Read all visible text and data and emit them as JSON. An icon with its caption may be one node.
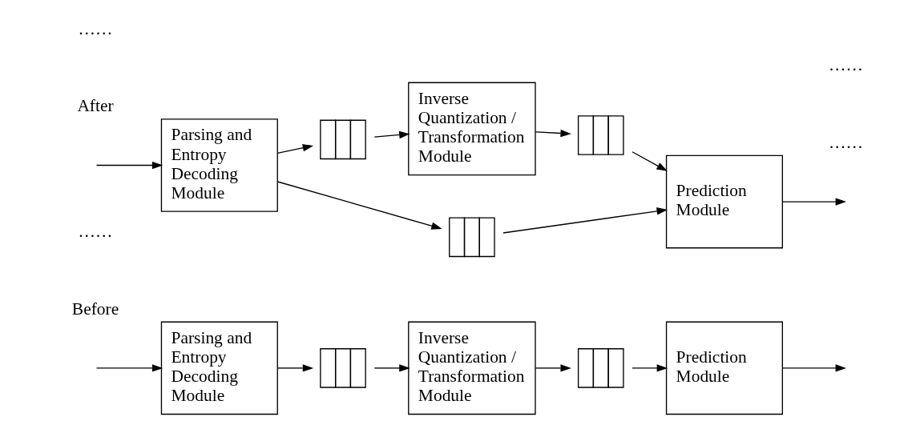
{
  "diagram": {
    "nodes": [
      {
        "text": [
          "Parsing and Entropy Decoding Module"
        ]
      },
      {
        "text": [],
        "shape": "queue"
      },
      {
        "text": [
          "Inverse Quantization / Transformation Module"
        ]
      },
      {
        "text": [],
        "shape": "queue"
      },
      {
        "text": [
          "Prediction Module"
        ]
      },
      {
        "text": [
          "Parsing and Entropy Decoding Module"
        ]
      },
      {
        "text": [],
        "shape": "queue"
      },
      {
        "text": [
          "Inverse Quantization / Transformation Module"
        ]
      },
      {
        "text": [],
        "shape": "queue"
      },
      {
        "text": [],
        "shape": "queue"
      },
      {
        "text": [
          "Prediction Module"
        ]
      }
    ],
    "edges": [
      {
        "from": null,
        "to": 0,
        "arrow": "to"
      },
      {
        "from": 0,
        "to": 1,
        "arrow": "to"
      },
      {
        "from": 1,
        "to": 2,
        "arrow": "to"
      },
      {
        "from": 2,
        "to": 3,
        "arrow": "to"
      },
      {
        "from": 3,
        "to": 4,
        "arrow": "to"
      },
      {
        "from": 4,
        "to": null,
        "arrow": "to"
      },
      {
        "from": null,
        "to": 5,
        "arrow": "to"
      },
      {
        "from": 5,
        "to": 6,
        "arrow": "to"
      },
      {
        "from": 6,
        "to": 7,
        "arrow": "to"
      },
      {
        "from": 7,
        "to": 8,
        "arrow": "to"
      },
      {
        "from": 8,
        "to": 10,
        "arrow": "to"
      },
      {
        "from": 5,
        "to": 9,
        "arrow": "to"
      },
      {
        "from": 9,
        "to": 10,
        "arrow": "to"
      },
      {
        "from": 10,
        "to": null,
        "arrow": "to"
      }
    ],
    "labels": [
      "……",
      "……",
      "Before",
      "After",
      "……",
      "……"
    ]
  }
}
